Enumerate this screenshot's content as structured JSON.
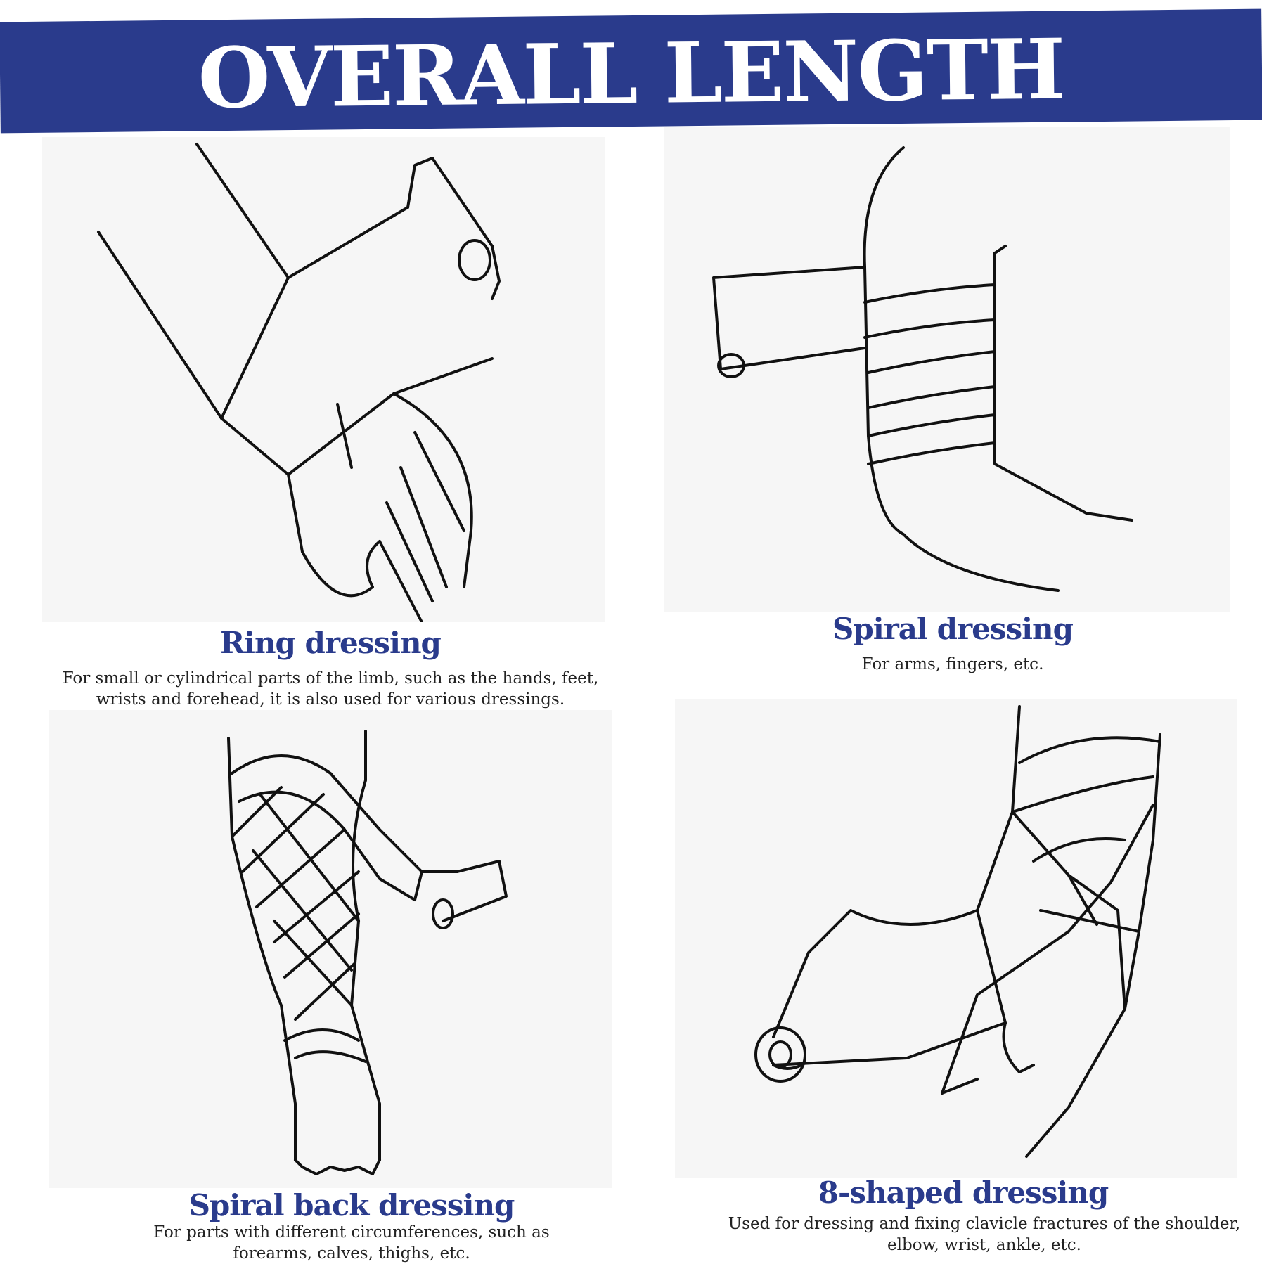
{
  "header": {
    "title": "OVERALL LENGTH"
  },
  "colors": {
    "banner": "#2a3b8c",
    "title_text": "#2a3b8c",
    "panel_bg": "#f6f6f6"
  },
  "panels": [
    {
      "title": "Ring dressing",
      "description": "For small or cylindrical parts of the limb, such as the hands, feet, wrists and forehead, it is also used for various dressings."
    },
    {
      "title": "Spiral dressing",
      "description": "For arms, fingers, etc."
    },
    {
      "title": "Spiral back dressing",
      "description": "For parts with different circumferences, such as forearms, calves, thighs, etc."
    },
    {
      "title": "8-shaped dressing",
      "description": "Used for dressing and fixing clavicle fractures of the shoulder, elbow, wrist, ankle, etc."
    }
  ]
}
